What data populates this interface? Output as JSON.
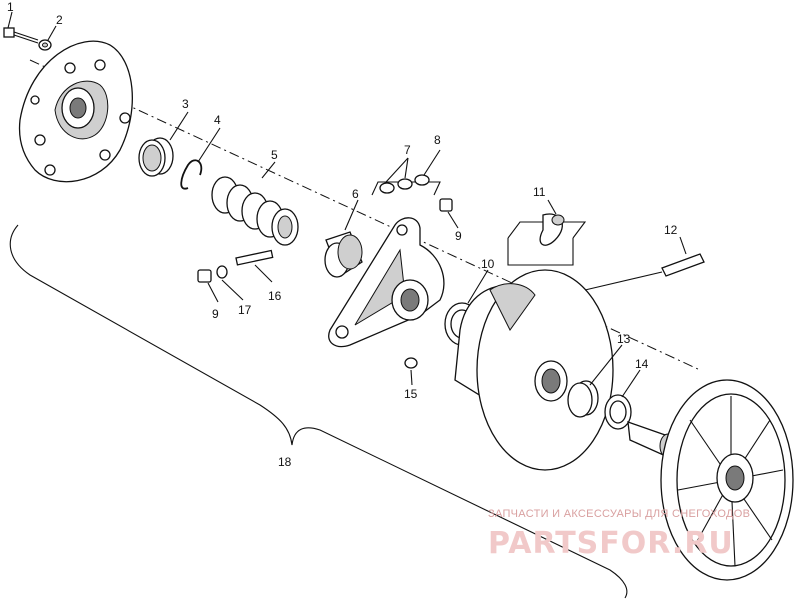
{
  "callouts": [
    "1",
    "2",
    "3",
    "4",
    "5",
    "6",
    "7",
    "8",
    "11",
    "9",
    "10",
    "12",
    "9",
    "17",
    "16",
    "13",
    "14",
    "15",
    "18"
  ],
  "watermark": {
    "caption": "ЗАПЧАСТИ И АКСЕССУАРЫ ДЛЯ СНЕГОХОДОВ",
    "logo": "PARTSFOR.RU"
  }
}
